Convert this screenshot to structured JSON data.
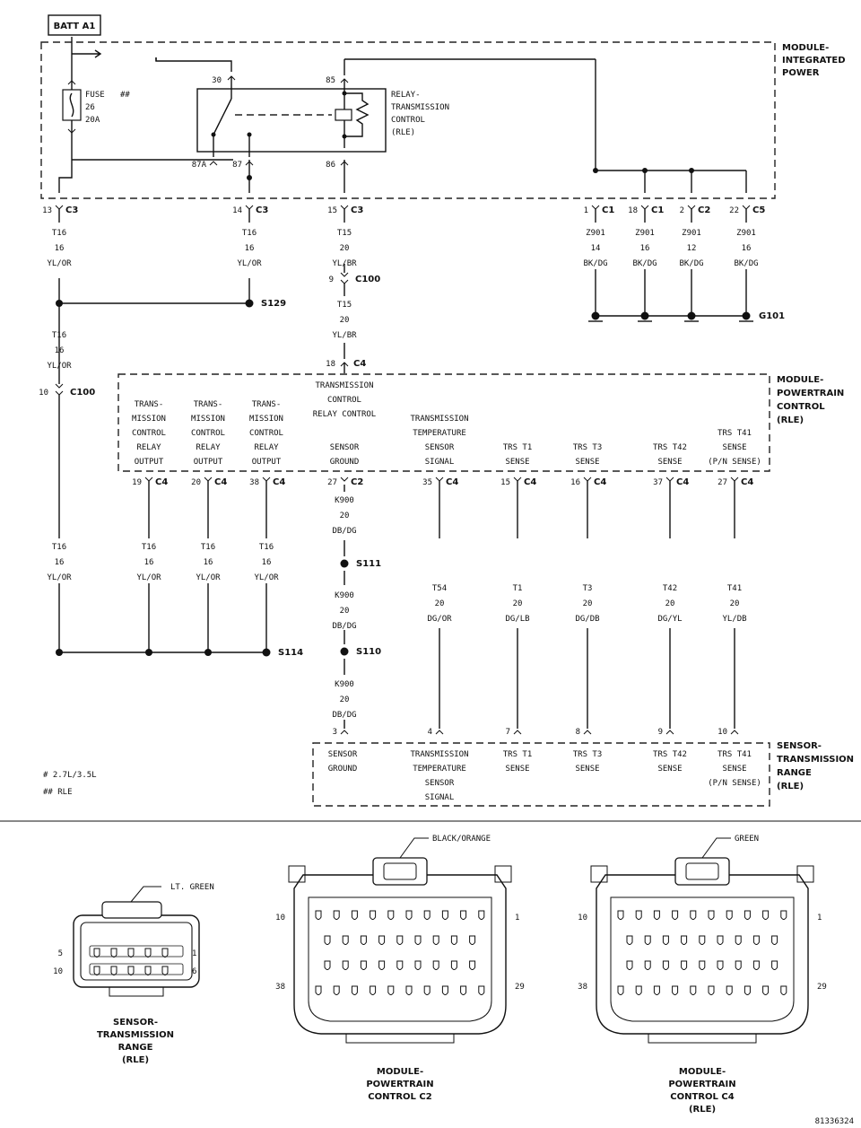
{
  "batt_label": "BATT A1",
  "fuse": {
    "label": "FUSE",
    "number": "26",
    "rating": "20A",
    "note": "##"
  },
  "modules": {
    "tipm": [
      "MODULE-",
      "INTEGRATED",
      "POWER"
    ],
    "pcm": [
      "MODULE-",
      "POWERTRAIN",
      "CONTROL",
      "(RLE)"
    ],
    "trs": [
      "SENSOR-",
      "TRANSMISSION",
      "RANGE",
      "(RLE)"
    ]
  },
  "relay": {
    "label": [
      "RELAY-",
      "TRANSMISSION",
      "CONTROL",
      "(RLE)"
    ],
    "pins": [
      "30",
      "85",
      "87A",
      "87",
      "86"
    ]
  },
  "top_connectors": [
    {
      "pin": "13",
      "conn": "C3",
      "wire": [
        "T16",
        "16",
        "YL/OR"
      ]
    },
    {
      "pin": "14",
      "conn": "C3",
      "wire": [
        "T16",
        "16",
        "YL/OR"
      ]
    },
    {
      "pin": "15",
      "conn": "C3",
      "wire": [
        "T15",
        "20",
        "YL/BR"
      ]
    },
    {
      "pin": "1",
      "conn": "C1",
      "wire": [
        "Z901",
        "14",
        "BK/DG"
      ]
    },
    {
      "pin": "18",
      "conn": "C1",
      "wire": [
        "Z901",
        "16",
        "BK/DG"
      ]
    },
    {
      "pin": "2",
      "conn": "C2",
      "wire": [
        "Z901",
        "12",
        "BK/DG"
      ]
    },
    {
      "pin": "22",
      "conn": "C5",
      "wire": [
        "Z901",
        "16",
        "BK/DG"
      ]
    }
  ],
  "splices": {
    "s129": "S129",
    "s111": "S111",
    "s110": "S110",
    "s114": "S114",
    "g101": "G101"
  },
  "inline": [
    {
      "pin": "9",
      "conn": "C100",
      "wire": [
        "T15",
        "20",
        "YL/BR"
      ]
    },
    {
      "pin": "18",
      "conn": "C4"
    },
    {
      "pin": "10",
      "conn": "C100"
    }
  ],
  "left_wire": [
    "T16",
    "16",
    "YL/OR"
  ],
  "pcm_pins": [
    {
      "label": [
        "TRANS-",
        "MISSION",
        "CONTROL",
        "RELAY",
        "OUTPUT"
      ],
      "pin": "19",
      "conn": "C4",
      "wire": [
        "T16",
        "16",
        "YL/OR"
      ]
    },
    {
      "label": [
        "TRANS-",
        "MISSION",
        "CONTROL",
        "RELAY",
        "OUTPUT"
      ],
      "pin": "20",
      "conn": "C4",
      "wire": [
        "T16",
        "16",
        "YL/OR"
      ]
    },
    {
      "label": [
        "TRANS-",
        "MISSION",
        "CONTROL",
        "RELAY",
        "OUTPUT"
      ],
      "pin": "38",
      "conn": "C4",
      "wire": [
        "T16",
        "16",
        "YL/OR"
      ]
    },
    {
      "label": [
        "SENSOR",
        "GROUND"
      ],
      "pin": "27",
      "conn": "C2",
      "wire": [
        "K900",
        "20",
        "DB/DG"
      ]
    },
    {
      "label": [
        "TRANSMISSION",
        "TEMPERATURE",
        "SENSOR",
        "SIGNAL"
      ],
      "pin": "35",
      "conn": "C4",
      "wire": [
        "T54",
        "20",
        "DG/OR"
      ]
    },
    {
      "label": [
        "TRS T1",
        "SENSE"
      ],
      "pin": "15",
      "conn": "C4",
      "wire": [
        "T1",
        "20",
        "DG/LB"
      ]
    },
    {
      "label": [
        "TRS T3",
        "SENSE"
      ],
      "pin": "16",
      "conn": "C4",
      "wire": [
        "T3",
        "20",
        "DG/DB"
      ]
    },
    {
      "label": [
        "TRS T42",
        "SENSE"
      ],
      "pin": "37",
      "conn": "C4",
      "wire": [
        "T42",
        "20",
        "DG/YL"
      ]
    },
    {
      "label": [
        "TRS T41",
        "SENSE",
        "(P/N SENSE)"
      ],
      "pin": "27",
      "conn": "C4",
      "wire": [
        "T41",
        "20",
        "YL/DB"
      ]
    }
  ],
  "pcm_top_label": [
    "TRANSMISSION",
    "CONTROL",
    "RELAY CONTROL"
  ],
  "k900_segments": [
    [
      "K900",
      "20",
      "DB/DG"
    ],
    [
      "K900",
      "20",
      "DB/DG"
    ]
  ],
  "trs_pins": [
    {
      "pin": "3",
      "label": [
        "SENSOR",
        "GROUND"
      ]
    },
    {
      "pin": "4",
      "label": [
        "TRANSMISSION",
        "TEMPERATURE",
        "SENSOR",
        "SIGNAL"
      ]
    },
    {
      "pin": "7",
      "label": [
        "TRS T1",
        "SENSE"
      ]
    },
    {
      "pin": "8",
      "label": [
        "TRS T3",
        "SENSE"
      ]
    },
    {
      "pin": "9",
      "label": [
        "TRS T42",
        "SENSE"
      ]
    },
    {
      "pin": "10",
      "label": [
        "TRS T41",
        "SENSE",
        "(P/N SENSE)"
      ]
    }
  ],
  "notes": [
    "# 2.7L/3.5L",
    "## RLE"
  ],
  "connector_views": [
    {
      "color": "LT. GREEN",
      "pins": [
        "5",
        "1",
        "10",
        "6"
      ],
      "name": [
        "SENSOR-",
        "TRANSMISSION",
        "RANGE",
        "(RLE)"
      ]
    },
    {
      "color": "BLACK/ORANGE",
      "pins": [
        "10",
        "1",
        "38",
        "29"
      ],
      "name": [
        "MODULE-",
        "POWERTRAIN",
        "CONTROL C2"
      ]
    },
    {
      "color": "GREEN",
      "pins": [
        "10",
        "1",
        "38",
        "29"
      ],
      "name": [
        "MODULE-",
        "POWERTRAIN",
        "CONTROL C4",
        "(RLE)"
      ]
    }
  ],
  "figure_id": "81336324"
}
